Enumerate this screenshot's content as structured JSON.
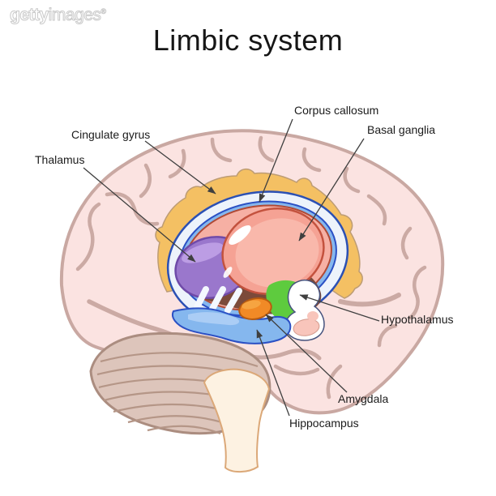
{
  "watermark": {
    "brand_bold": "getty",
    "brand_regular": "images",
    "registered_mark": "®"
  },
  "title": "Limbic system",
  "diagram": {
    "labels": {
      "cingulate_gyrus": "Cingulate gyrus",
      "thalamus": "Thalamus",
      "corpus_callosum": "Corpus callosum",
      "basal_ganglia": "Basal ganglia",
      "hypothalamus": "Hypothalamus",
      "amygdala": "Amygdala",
      "hippocampus": "Hippocampus"
    },
    "structures": {
      "cerebrum": {
        "color": "#fbe3e1",
        "outline": "#c9a8a2"
      },
      "cerebellum": {
        "color": "#ddc5bb",
        "outline": "#ab8d80"
      },
      "brain_stem": {
        "color": "#fdf2e2",
        "outline": "#dba878"
      },
      "cingulate_gyrus": {
        "color": "#f4c063",
        "outline": "#bd9c74"
      },
      "corpus_callosum": {
        "color": "#edf3fb",
        "outline": "#2b50b4"
      },
      "hippocampus_fornix": {
        "color": "#85b7ee",
        "outline": "#2b50c4"
      },
      "fornix_ring": {
        "color": "#f6b0a4",
        "outline": "#b04a36"
      },
      "midbrain_area": {
        "color": "#7b4a3a"
      },
      "thalamus": {
        "color": "#9a77cc",
        "outline": "#6f4aa8"
      },
      "basal_ganglia": {
        "color": "#f5a294",
        "outline": "#c3523e"
      },
      "hypothalamus": {
        "color": "#5ecb3e"
      },
      "amygdala": {
        "color": "#f18a26",
        "outline": "#b85c10"
      },
      "mammillary_body": {
        "color": "#f8c5bb",
        "outline": "#46537e"
      }
    },
    "leader_line_color": "#3f3f3f"
  }
}
